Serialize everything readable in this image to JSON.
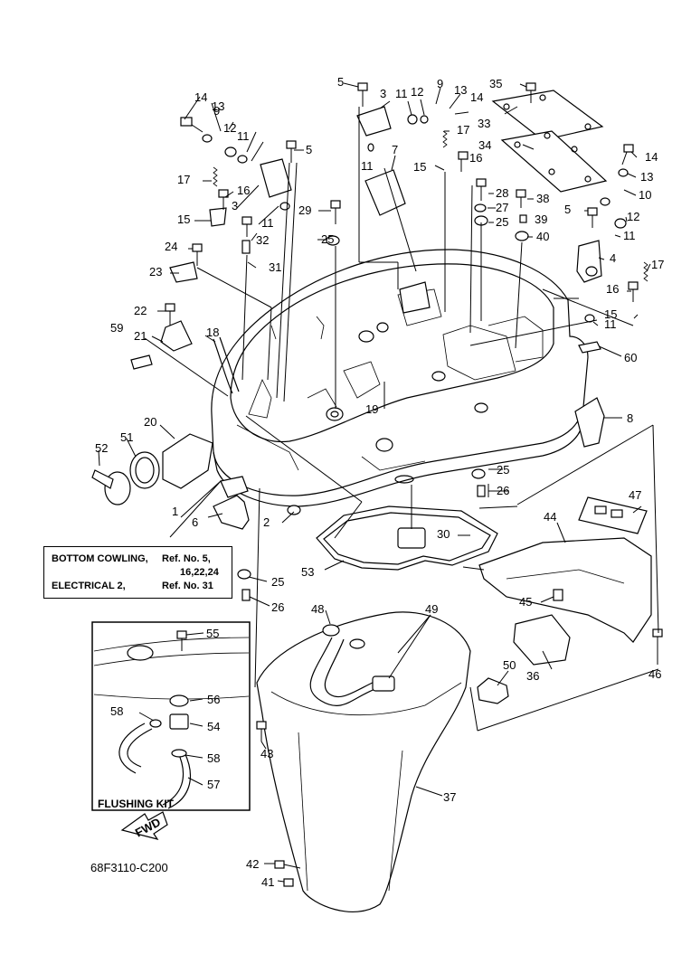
{
  "callouts": [
    {
      "n": "1"
    },
    {
      "n": "2"
    },
    {
      "n": "3"
    },
    {
      "n": "4"
    },
    {
      "n": "5"
    },
    {
      "n": "6"
    },
    {
      "n": "7"
    },
    {
      "n": "8"
    },
    {
      "n": "9"
    },
    {
      "n": "10"
    },
    {
      "n": "11"
    },
    {
      "n": "12"
    },
    {
      "n": "13"
    },
    {
      "n": "14"
    },
    {
      "n": "15"
    },
    {
      "n": "16"
    },
    {
      "n": "17"
    },
    {
      "n": "18"
    },
    {
      "n": "19"
    },
    {
      "n": "20"
    },
    {
      "n": "21"
    },
    {
      "n": "22"
    },
    {
      "n": "23"
    },
    {
      "n": "24"
    },
    {
      "n": "25"
    },
    {
      "n": "26"
    },
    {
      "n": "27"
    },
    {
      "n": "28"
    },
    {
      "n": "29"
    },
    {
      "n": "30"
    },
    {
      "n": "31"
    },
    {
      "n": "32"
    },
    {
      "n": "33"
    },
    {
      "n": "34"
    },
    {
      "n": "35"
    },
    {
      "n": "36"
    },
    {
      "n": "37"
    },
    {
      "n": "38"
    },
    {
      "n": "39"
    },
    {
      "n": "40"
    },
    {
      "n": "41"
    },
    {
      "n": "42"
    },
    {
      "n": "43"
    },
    {
      "n": "44"
    },
    {
      "n": "45"
    },
    {
      "n": "46"
    },
    {
      "n": "47"
    },
    {
      "n": "48"
    },
    {
      "n": "49"
    },
    {
      "n": "50"
    },
    {
      "n": "51"
    },
    {
      "n": "52"
    },
    {
      "n": "53"
    },
    {
      "n": "54"
    },
    {
      "n": "55"
    },
    {
      "n": "56"
    },
    {
      "n": "57"
    },
    {
      "n": "58"
    },
    {
      "n": "59"
    },
    {
      "n": "60"
    }
  ],
  "note_box": {
    "row1_left": "BOTTOM COWLING,",
    "row1_right": "Ref. No. 5,",
    "row2_right": "16,22,24",
    "row3_left": "ELECTRICAL 2,",
    "row3_right": "Ref. No. 31"
  },
  "flushing_kit_title": "FLUSHING KIT",
  "fwd_arrow_label": "FWD",
  "figure_code": "68F3110-C200"
}
